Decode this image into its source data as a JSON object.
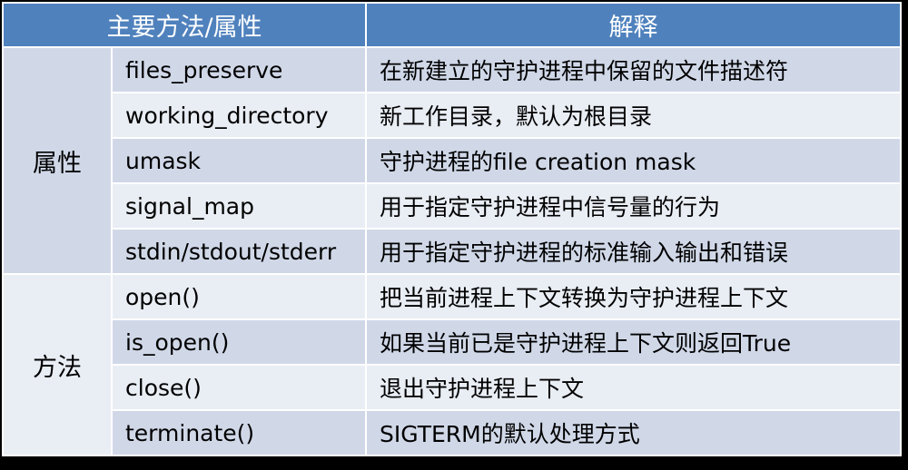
{
  "header": {
    "col1": "主要方法/属性",
    "col2": "解释"
  },
  "groups": {
    "attributes": "属性",
    "methods": "方法"
  },
  "rows": [
    {
      "name": "files_preserve",
      "desc": "在新建立的守护进程中保留的文件描述符"
    },
    {
      "name": "working_directory",
      "desc": "新工作目录，默认为根目录"
    },
    {
      "name": "umask",
      "desc": "守护进程的file creation mask"
    },
    {
      "name": "signal_map",
      "desc": "用于指定守护进程中信号量的行为"
    },
    {
      "name": "stdin/stdout/stderr",
      "desc": "用于指定守护进程的标准输入输出和错误"
    },
    {
      "name": "open()",
      "desc": "把当前进程上下文转换为守护进程上下文"
    },
    {
      "name": "is_open()",
      "desc": "如果当前已是守护进程上下文则返回True"
    },
    {
      "name": "close()",
      "desc": "退出守护进程上下文"
    },
    {
      "name": "terminate()",
      "desc": "SIGTERM的默认处理方式"
    }
  ],
  "colors": {
    "header_bg": "#4F81BD",
    "row_dark": "#D0D8E8",
    "row_light": "#E9EDF4",
    "frame": "#000000"
  }
}
